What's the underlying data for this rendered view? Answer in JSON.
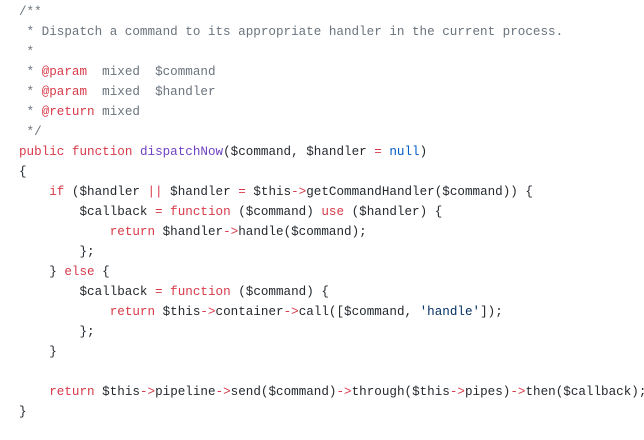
{
  "code": {
    "language": "php",
    "colors": {
      "comment": "#6a737d",
      "doctag": "#d73a49",
      "keyword": "#d73a49",
      "function": "#6f42c1",
      "operator": "#d73a49",
      "literal": "#005cc5",
      "string": "#032f62",
      "text": "#24292e"
    },
    "lines": [
      [
        {
          "t": "/**",
          "c": "comment"
        }
      ],
      [
        {
          "t": " * Dispatch a command to its appropriate handler in the current process.",
          "c": "comment"
        }
      ],
      [
        {
          "t": " *",
          "c": "comment"
        }
      ],
      [
        {
          "t": " * ",
          "c": "comment"
        },
        {
          "t": "@param",
          "c": "doctag"
        },
        {
          "t": "  mixed  $command",
          "c": "comment"
        }
      ],
      [
        {
          "t": " * ",
          "c": "comment"
        },
        {
          "t": "@param",
          "c": "doctag"
        },
        {
          "t": "  mixed  $handler",
          "c": "comment"
        }
      ],
      [
        {
          "t": " * ",
          "c": "comment"
        },
        {
          "t": "@return",
          "c": "doctag"
        },
        {
          "t": " mixed",
          "c": "comment"
        }
      ],
      [
        {
          "t": " */",
          "c": "comment"
        }
      ],
      [
        {
          "t": "public",
          "c": "keyword"
        },
        {
          "t": " ",
          "c": "plain"
        },
        {
          "t": "function",
          "c": "keyword"
        },
        {
          "t": " ",
          "c": "plain"
        },
        {
          "t": "dispatchNow",
          "c": "fn"
        },
        {
          "t": "($command, $handler ",
          "c": "plain"
        },
        {
          "t": "=",
          "c": "op"
        },
        {
          "t": " ",
          "c": "plain"
        },
        {
          "t": "null",
          "c": "literal"
        },
        {
          "t": ")",
          "c": "plain"
        }
      ],
      [
        {
          "t": "{",
          "c": "plain"
        }
      ],
      [
        {
          "t": "    ",
          "c": "plain"
        },
        {
          "t": "if",
          "c": "keyword"
        },
        {
          "t": " ($handler ",
          "c": "plain"
        },
        {
          "t": "||",
          "c": "op"
        },
        {
          "t": " $handler ",
          "c": "plain"
        },
        {
          "t": "=",
          "c": "op"
        },
        {
          "t": " $this",
          "c": "plain"
        },
        {
          "t": "->",
          "c": "op"
        },
        {
          "t": "getCommandHandler($command)) {",
          "c": "plain"
        }
      ],
      [
        {
          "t": "        $callback ",
          "c": "plain"
        },
        {
          "t": "=",
          "c": "op"
        },
        {
          "t": " ",
          "c": "plain"
        },
        {
          "t": "function",
          "c": "keyword"
        },
        {
          "t": " ($command) ",
          "c": "plain"
        },
        {
          "t": "use",
          "c": "keyword"
        },
        {
          "t": " ($handler) {",
          "c": "plain"
        }
      ],
      [
        {
          "t": "            ",
          "c": "plain"
        },
        {
          "t": "return",
          "c": "keyword"
        },
        {
          "t": " $handler",
          "c": "plain"
        },
        {
          "t": "->",
          "c": "op"
        },
        {
          "t": "handle($command);",
          "c": "plain"
        }
      ],
      [
        {
          "t": "        };",
          "c": "plain"
        }
      ],
      [
        {
          "t": "    } ",
          "c": "plain"
        },
        {
          "t": "else",
          "c": "keyword"
        },
        {
          "t": " {",
          "c": "plain"
        }
      ],
      [
        {
          "t": "        $callback ",
          "c": "plain"
        },
        {
          "t": "=",
          "c": "op"
        },
        {
          "t": " ",
          "c": "plain"
        },
        {
          "t": "function",
          "c": "keyword"
        },
        {
          "t": " ($command) {",
          "c": "plain"
        }
      ],
      [
        {
          "t": "            ",
          "c": "plain"
        },
        {
          "t": "return",
          "c": "keyword"
        },
        {
          "t": " $this",
          "c": "plain"
        },
        {
          "t": "->",
          "c": "op"
        },
        {
          "t": "container",
          "c": "plain"
        },
        {
          "t": "->",
          "c": "op"
        },
        {
          "t": "call([$command, ",
          "c": "plain"
        },
        {
          "t": "'handle'",
          "c": "string"
        },
        {
          "t": "]);",
          "c": "plain"
        }
      ],
      [
        {
          "t": "        };",
          "c": "plain"
        }
      ],
      [
        {
          "t": "    }",
          "c": "plain"
        }
      ],
      [],
      [
        {
          "t": "    ",
          "c": "plain"
        },
        {
          "t": "return",
          "c": "keyword"
        },
        {
          "t": " $this",
          "c": "plain"
        },
        {
          "t": "->",
          "c": "op"
        },
        {
          "t": "pipeline",
          "c": "plain"
        },
        {
          "t": "->",
          "c": "op"
        },
        {
          "t": "send($command)",
          "c": "plain"
        },
        {
          "t": "->",
          "c": "op"
        },
        {
          "t": "through($this",
          "c": "plain"
        },
        {
          "t": "->",
          "c": "op"
        },
        {
          "t": "pipes)",
          "c": "plain"
        },
        {
          "t": "->",
          "c": "op"
        },
        {
          "t": "then($callback);",
          "c": "plain"
        }
      ],
      [
        {
          "t": "}",
          "c": "plain"
        }
      ]
    ]
  }
}
